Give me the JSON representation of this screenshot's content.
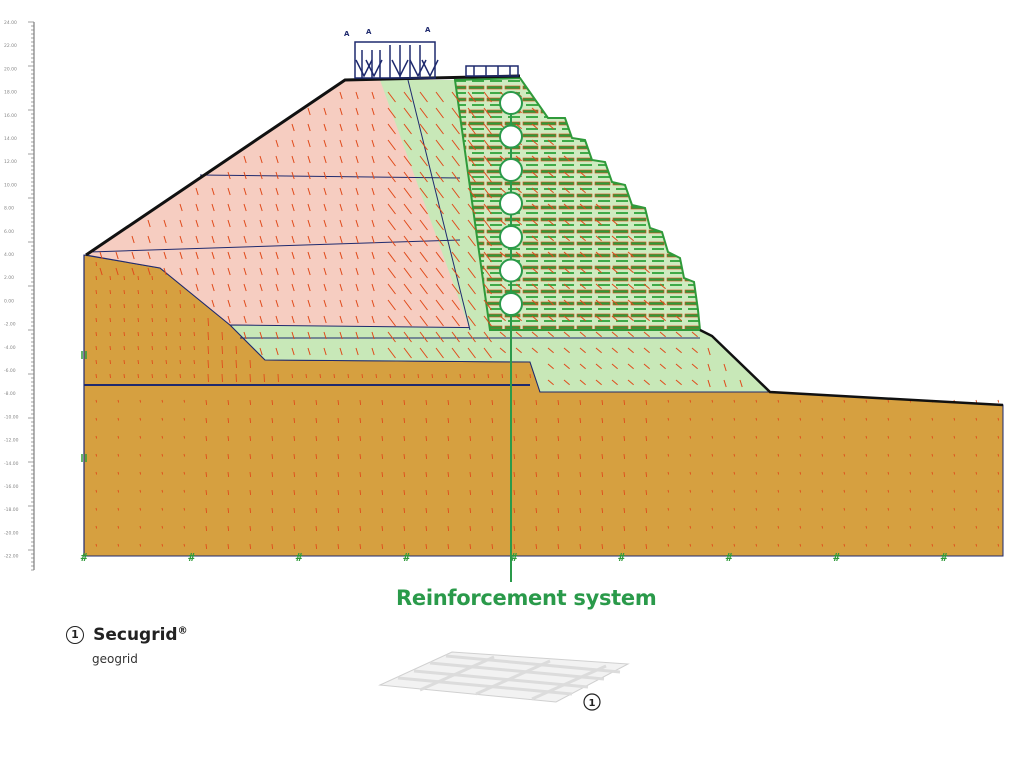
{
  "colors": {
    "soil": "#D6A040",
    "embankment": "#F6CDC1",
    "reinforced_zone": "#C8E8B8",
    "drainage": "#BFE3B0",
    "geogrid": "#2F9A3A",
    "vectors": "#E04A1A",
    "boundary": "#1F2A6E",
    "label_green": "#2A9A4A",
    "surface": "#111111"
  },
  "ruler_labels": [
    "24.00",
    "22.00",
    "20.00",
    "18.00",
    "16.00",
    "14.00",
    "12.00",
    "10.00",
    "8.00",
    "6.00",
    "4.00",
    "2.00",
    "0.00",
    "-2.00",
    "-4.00",
    "-6.00",
    "-8.00",
    "-10.00",
    "-12.00",
    "-14.00",
    "-16.00",
    "-18.00",
    "-20.00",
    "-22.00"
  ],
  "load_markers": [
    "A",
    "A",
    "A"
  ],
  "reinforcement_label": "Reinforcement system",
  "legend": {
    "number": "1",
    "product": "Secugrid",
    "trademark": "®",
    "description": "geogrid"
  },
  "grid_callout": "1",
  "circle_count": 7,
  "anchor_count": 9,
  "icons": [
    "circled-number-icon",
    "geogrid-icon"
  ]
}
